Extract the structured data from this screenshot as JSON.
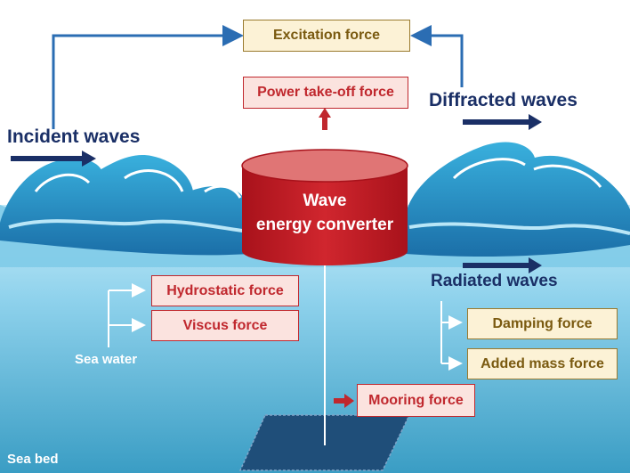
{
  "forces": {
    "excitation": "Excitation force",
    "power_take_off": "Power take-off force",
    "hydrostatic": "Hydrostatic force",
    "viscus": "Viscus force",
    "mooring": "Mooring force",
    "damping": "Damping force",
    "added_mass": "Added mass force"
  },
  "waves": {
    "incident": "Incident waves",
    "diffracted": "Diffracted waves",
    "radiated": "Radiated waves"
  },
  "converter": {
    "line1": "Wave",
    "line2": "energy converter"
  },
  "environment": {
    "sea_water": "Sea water",
    "sea_bed": "Sea bed"
  },
  "colors": {
    "navy": "#1a2f66",
    "force_red": "#c0282e",
    "gold": "#9a7a2e",
    "converter_red": "#c8242c",
    "sea_light": "#bfe8f7",
    "sea_deep": "#3b9ec2",
    "connector_blue": "#2b6db3"
  }
}
